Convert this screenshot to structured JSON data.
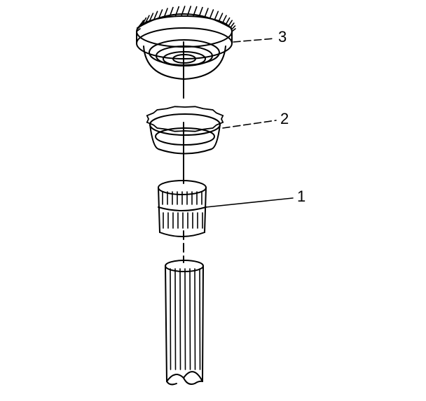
{
  "callouts": {
    "part_3": "3",
    "part_2": "2",
    "part_1": "1"
  },
  "parts": {
    "part_3": "gear-icon",
    "part_2": "synchronizer-ring-icon",
    "part_1": "needle-bearing-icon",
    "shaft": "splined-shaft-icon"
  },
  "colors": {
    "line": "#000000",
    "background": "#ffffff"
  }
}
